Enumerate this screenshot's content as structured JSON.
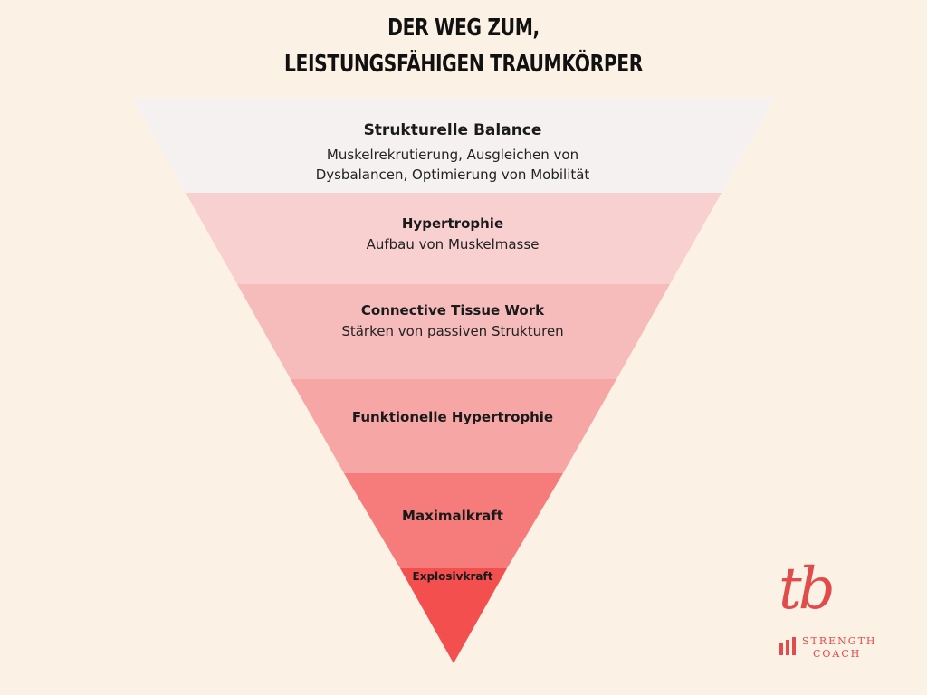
{
  "header": {
    "title_line1": "DER WEG ZUM,",
    "title_line2": "LEISTUNGSFÄHIGEN TRAUMKÖRPER"
  },
  "funnel": {
    "levels": [
      {
        "title": "Strukturelle Balance",
        "description": "Muskelrekrutierung, Ausgleichen von\nDysbalancen, Optimierung von Mobilität",
        "color": "#f5f1f1"
      },
      {
        "title": "Hypertrophie",
        "description": "Aufbau von Muskelmasse",
        "color": "#f8d0cf"
      },
      {
        "title": "Connective Tissue Work",
        "description": "Stärken von passiven Strukturen",
        "color": "#f6bcbb"
      },
      {
        "title": "Funktionelle Hypertrophie",
        "description": "",
        "color": "#f6a6a5"
      },
      {
        "title": "Maximalkraft",
        "description": "",
        "color": "#f57c7a"
      },
      {
        "title": "Explosivkraft",
        "description": "",
        "color": "#f44f4f"
      }
    ]
  },
  "logo": {
    "script": "tb",
    "word1": "STRENGTH",
    "word2": "COACH",
    "color": "#e14b4b"
  }
}
